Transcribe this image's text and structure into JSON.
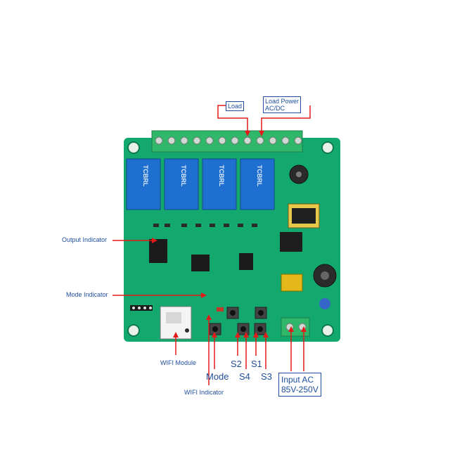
{
  "labels": {
    "load": "Load",
    "load_power_line1": "Load Power",
    "load_power_line2": "AC/DC",
    "output_indicator": "Output Indicator",
    "mode_indicator": "Mode Indicator",
    "wifi_module": "WIFI Module",
    "wifi_indicator": "WIFI Indicator",
    "mode": "Mode",
    "s2": "S2",
    "s4": "S4",
    "s1": "S1",
    "s3": "S3",
    "input_ac_line1": "Input AC",
    "input_ac_line2": "85V-250V"
  },
  "colors": {
    "pcb": "#13a86e",
    "arrow": "#e11b1b",
    "callout_text": "#1f4e9c",
    "relay": "#1f6fd0",
    "terminal": "#2fb86a"
  }
}
